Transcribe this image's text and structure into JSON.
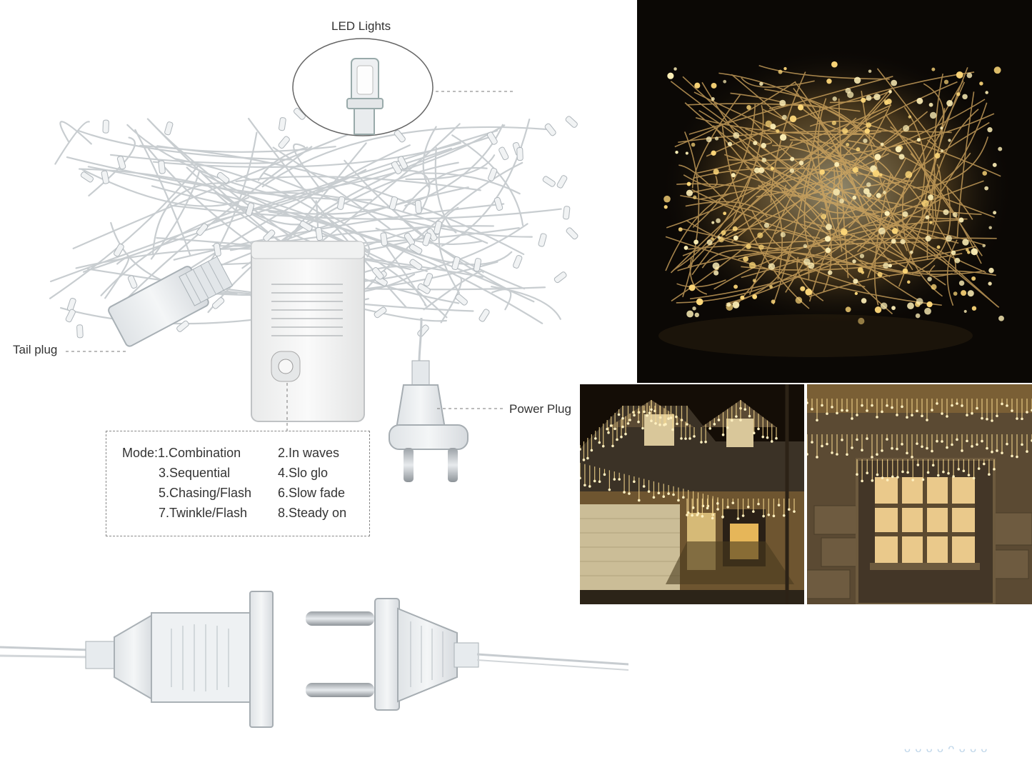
{
  "labels": {
    "led_lights": "LED Lights",
    "tail_plug": "Tail plug",
    "power_plug": "Power Plug"
  },
  "modes": {
    "prefix": "Mode:",
    "items": [
      "1.Combination",
      "2.In waves",
      "3.Sequential",
      "4.Slo glo",
      "5.Chasing/Flash",
      "6.Slow fade",
      "7.Twinkle/Flash",
      "8.Steady on"
    ]
  },
  "colors": {
    "warm_light": "#ffd97a",
    "night_bg": "#0b0805",
    "wire_gray": "#c9cdd1"
  }
}
